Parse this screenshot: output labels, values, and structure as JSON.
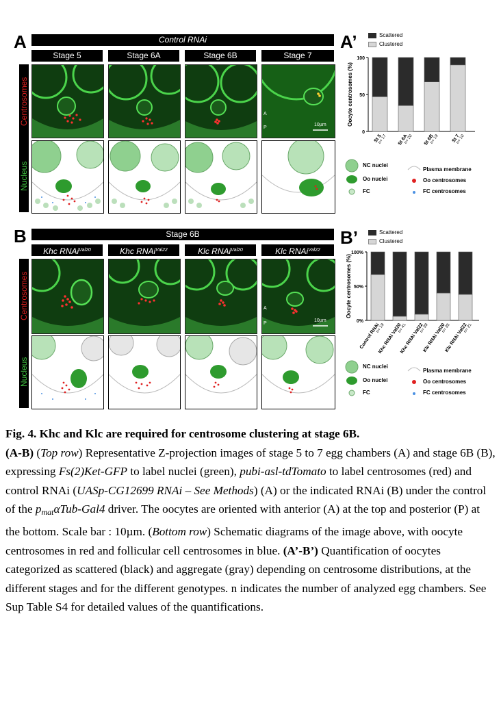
{
  "figure": {
    "panelA": {
      "letter": "A",
      "header": "Control RNAi",
      "stages": [
        "Stage 5",
        "Stage 6A",
        "Stage 6B",
        "Stage 7"
      ],
      "row_labels": {
        "top": "Centrosomes",
        "bottom": "Nucleus"
      },
      "ap_labels": {
        "a": "A",
        "p": "P"
      },
      "scale": "10µm"
    },
    "panelB": {
      "letter": "B",
      "header": "Stage 6B",
      "genotypes": [
        {
          "base": "Khc RNAi",
          "sup": "Val20"
        },
        {
          "base": "Khc RNAi",
          "sup": "Val22"
        },
        {
          "base": "Klc RNAi",
          "sup": "Val20"
        },
        {
          "base": "Klc RNAi",
          "sup": "Val22"
        }
      ],
      "row_labels": {
        "top": "Centrosomes",
        "bottom": "Nucleus"
      },
      "ap_labels": {
        "a": "A",
        "p": "P"
      },
      "scale": "10µm"
    },
    "legend": {
      "nc_nuclei": "NC nuclei",
      "oo_nuclei": "Oo nuclei",
      "fc": "FC",
      "plasma_membrane": "Plasma membrane",
      "oo_centrosomes": "Oo centrosomes",
      "fc_centrosomes": "FC centrosomes"
    },
    "colors": {
      "scattered": "#2b2b2b",
      "clustered": "#d6d6d6",
      "green": "#3fbf3f",
      "red": "#e02020",
      "blue": "#4a90e2"
    }
  },
  "chart_data": [
    {
      "type": "bar",
      "panel": "A’",
      "ylabel": "Oocyte centrosomes (%)",
      "yticks": [
        "0",
        "50",
        "100"
      ],
      "ylim": [
        0,
        100
      ],
      "categories": [
        "St 5",
        "St 6A",
        "St 6B",
        "St 7"
      ],
      "n_labels": [
        "n= 17",
        "n= 20",
        "n= 19",
        "n= 10"
      ],
      "legend": [
        "Scattered",
        "Clustered"
      ],
      "series": [
        {
          "name": "Clustered",
          "values": [
            47,
            35,
            67,
            90
          ]
        },
        {
          "name": "Scattered",
          "values": [
            53,
            65,
            33,
            10
          ]
        }
      ]
    },
    {
      "type": "bar",
      "panel": "B’",
      "ylabel": "Oocyte centrosomes (%)",
      "yticks": [
        "0%",
        "50%",
        "100%"
      ],
      "ylim": [
        0,
        100
      ],
      "categories": [
        "Control RNAi",
        "Khc RNAi Val20",
        "Khc RNAi Val22",
        "Klc RNAi Val20",
        "Klc RNAi Val22"
      ],
      "n_labels": [
        "n= 19",
        "n= 41",
        "n= 39",
        "n= 35",
        "n= 21"
      ],
      "legend": [
        "Scattered",
        "Clustered"
      ],
      "series": [
        {
          "name": "Clustered",
          "values": [
            67,
            6,
            9,
            40,
            38
          ]
        },
        {
          "name": "Scattered",
          "values": [
            33,
            94,
            91,
            60,
            62
          ]
        }
      ]
    }
  ],
  "caption": {
    "title": "Fig. 4. Khc and Klc are required for centrosome clustering at stage 6B.",
    "lab_ab": "(A-B)",
    "top_row": "Top row",
    "t1": " Representative Z-projection images of stage 5 to 7 egg chambers (A) and stage 6B (B), expressing ",
    "fs2": "Fs(2)Ket-GFP",
    "t2": " to label nuclei (green), ",
    "pubi": "pubi-asl-tdTomato",
    "t3": " to label centrosomes (red) and control RNAi (",
    "uasp": "UASp-CG12699 RNAi – See Methods",
    "t4": ") (A) or the indicated RNAi (B) under the control of the ",
    "driver_p": "p",
    "driver_sub": "mat",
    "driver_rest": "αTub-Gal4",
    "t5": " driver. The oocytes are oriented with anterior (A) at the top and posterior (P) at the bottom. Scale bar : 10µm. (",
    "bottom_row": "Bottom row",
    "t6": ") Schematic diagrams of the image above, with oocyte centrosomes in red and follicular cell centrosomes in blue. ",
    "lab_ab2": "(A’-B’)",
    "t7": " Quantification of oocytes categorized as scattered (black) and aggregate (gray) depending on centrosome distributions, at the different stages and for the different genotypes. n indicates the number of analyzed egg chambers. See Sup Table S4  for detailed values of the quantifications."
  }
}
